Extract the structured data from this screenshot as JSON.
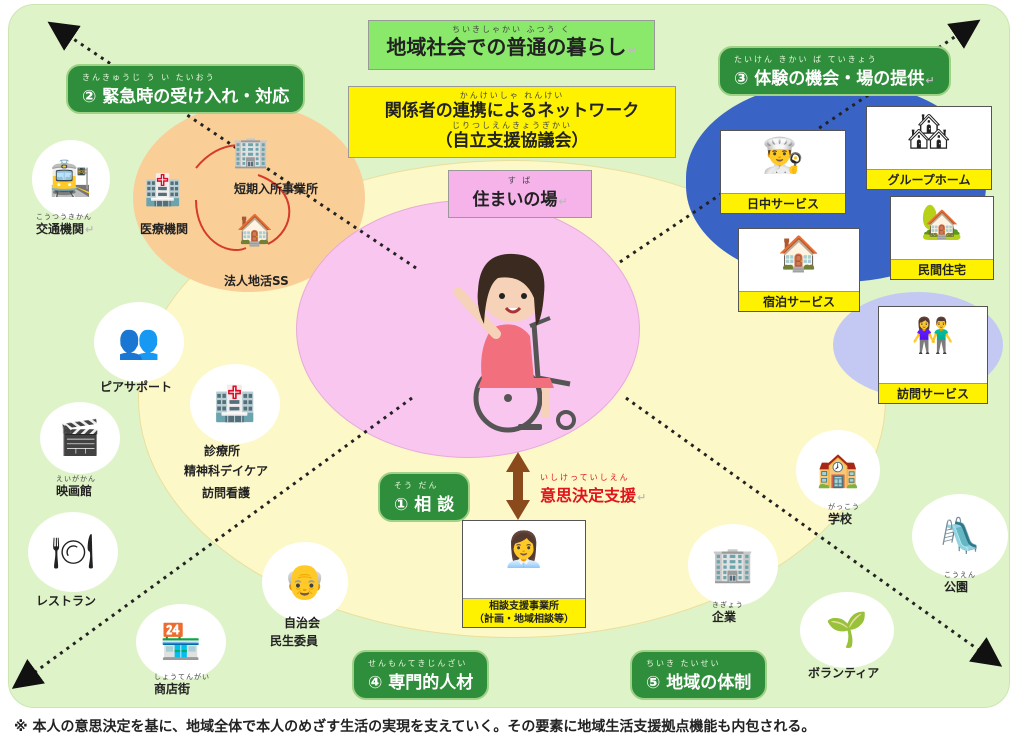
{
  "diagram": {
    "top": {
      "ruby": "ちいきしゃかい ふつう く",
      "text": "地域社会での普通の暮らし"
    },
    "network": {
      "ruby": "かんけいしゃ れんけい",
      "line1": "関係者の連携によるネットワーク",
      "ruby2": "じりつしえんきょうぎかい",
      "line2": "（自立支援協議会）"
    },
    "home": {
      "ruby": "す ば",
      "text": "住まいの場"
    },
    "pills": {
      "emergency": {
        "ruby": "きんきゅうじ う い たいおう",
        "text": "② 緊急時の受け入れ・対応"
      },
      "experience": {
        "ruby": "たいけん きかい ば ていきょう",
        "text": "③ 体験の機会・場の提供"
      },
      "consult": {
        "ruby": "そう だん",
        "text": "① 相 談"
      },
      "specialist": {
        "ruby": "せんもんてきじんざい",
        "text": "④ 専門的人材"
      },
      "community": {
        "ruby": "ちいき たいせい",
        "text": "⑤ 地域の体制"
      }
    },
    "decision": {
      "ruby": "いしけっていしえん",
      "text": "意思決定支援"
    },
    "consult_card": {
      "line1": "相談支援事業所",
      "line2": "（計画・地域相談等）"
    },
    "emergency_nodes": {
      "shortstay": "短期入所事業所",
      "hospital": "医療機関",
      "corp": "法人地活SS"
    },
    "services": {
      "daytime": "日中サービス",
      "stay": "宿泊サービス",
      "grouphome": "グループホーム",
      "private": "民間住宅",
      "visit": "訪問サービス"
    },
    "nodes": {
      "transport": {
        "ruby": "こうつうきかん",
        "text": "交通機関"
      },
      "peer": {
        "text": "ピアサポート"
      },
      "clinic": {
        "l1": "診療所",
        "l2": "精神科デイケア",
        "l3": "訪問看護"
      },
      "cinema": {
        "ruby": "えいがかん",
        "text": "映画館"
      },
      "restaurant": {
        "text": "レストラン"
      },
      "neighborhood": {
        "l1": "自治会",
        "l2": "民生委員"
      },
      "shops": {
        "ruby": "しょうてんがい",
        "text": "商店街"
      },
      "school": {
        "ruby": "がっこう",
        "text": "学校"
      },
      "park": {
        "ruby": "こうえん",
        "text": "公園"
      },
      "company": {
        "ruby": "きぎょう",
        "text": "企業"
      },
      "volunteer": {
        "text": "ボランティア"
      }
    },
    "footer": "※ 本人の意思決定を基に、地域全体で本人のめざす生活の実現を支えていく。その要素に地域生活支援拠点機能も内包される。",
    "colors": {
      "panel": "#dff3c8",
      "pill": "#2f8e3b",
      "caption": "#fff200",
      "decision": "#e0141b"
    }
  }
}
